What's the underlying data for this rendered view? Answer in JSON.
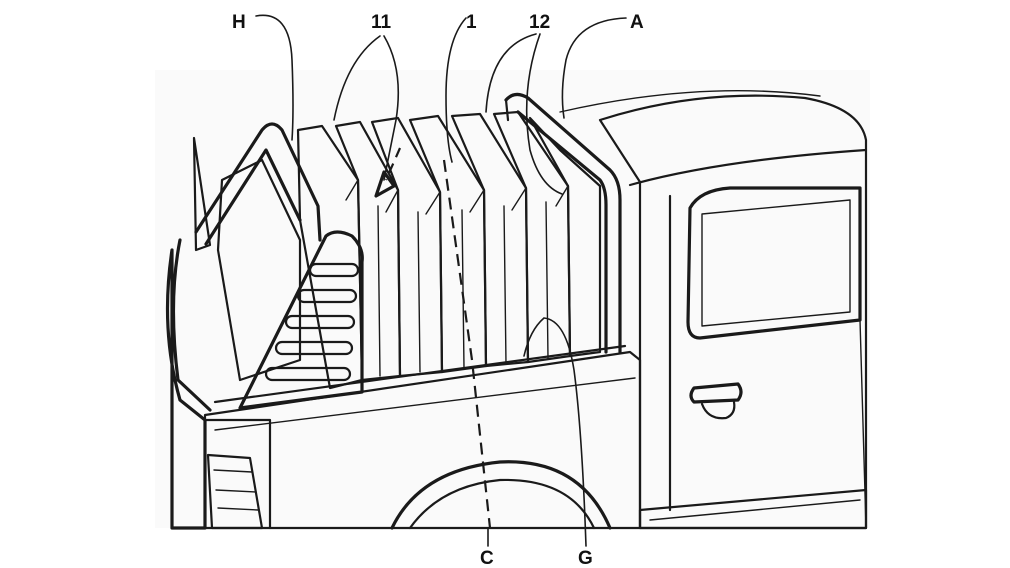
{
  "figure": {
    "labels": {
      "H": "H",
      "eleven": "11",
      "one": "1",
      "twelve": "12",
      "A": "A",
      "C": "C",
      "G": "G"
    },
    "colors": {
      "ink": "#1a1a1a",
      "background": "#ffffff",
      "panel_fill": "#f4f4f4",
      "cab_fill": "#f7f7f7",
      "window_fill": "#fbfbfb",
      "dark_interior": "#2a2a2a"
    }
  }
}
